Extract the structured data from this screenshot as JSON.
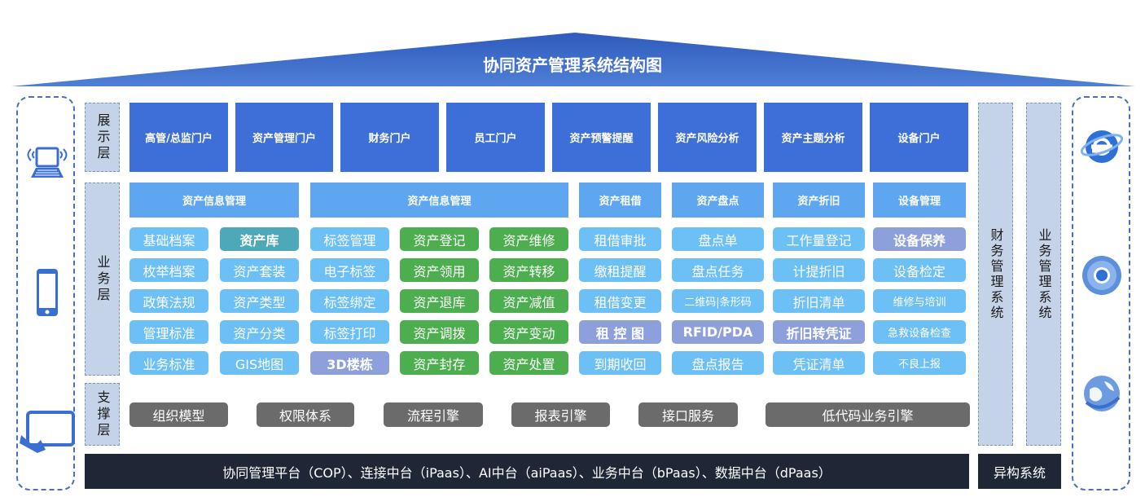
{
  "title": "协同资产管理系统结构图",
  "layers": {
    "display": "展示层",
    "business": "业务层",
    "support": "支撑层"
  },
  "portals": [
    "高管/总监门户",
    "资产管理门户",
    "财务门户",
    "员工门户",
    "资产预警提醒",
    "资产风险分析",
    "资产主题分析",
    "设备门户"
  ],
  "modules": [
    {
      "header": "资产信息管理"
    },
    {
      "header": "资产信息管理"
    },
    {
      "header": "资产租借"
    },
    {
      "header": "资产盘点"
    },
    {
      "header": "资产折旧"
    },
    {
      "header": "设备管理"
    }
  ],
  "cells": {
    "col1": [
      "基础档案",
      "枚举档案",
      "政策法规",
      "管理标准",
      "业务标准"
    ],
    "col2": [
      "资产库",
      "资产套装",
      "资产类型",
      "资产分类",
      "GIS地图"
    ],
    "col3": [
      "标签管理",
      "电子标签",
      "标签绑定",
      "标签打印",
      "3D楼栋"
    ],
    "col4": [
      "资产登记",
      "资产领用",
      "资产退库",
      "资产调拨",
      "资产封存"
    ],
    "col5": [
      "资产维修",
      "资产转移",
      "资产减值",
      "资产变动",
      "资产处置"
    ],
    "col6": [
      "租借审批",
      "缴租提醒",
      "租借变更",
      "租 控 图",
      "到期收回"
    ],
    "col7": [
      "盘点单",
      "盘点任务",
      "二维码|条形码",
      "RFID/PDA",
      "盘点报告"
    ],
    "col8": [
      "工作量登记",
      "计提折旧",
      "折旧清单",
      "折旧转凭证",
      "凭证清单"
    ],
    "col9": [
      "设备保养",
      "设备检定",
      "维修与培训",
      "急救设备检查",
      "不良上报"
    ]
  },
  "support_items": [
    "组织模型",
    "权限体系",
    "流程引擎",
    "报表引擎",
    "接口服务",
    "低代码业务引擎"
  ],
  "bottom_platform": "协同管理平台（COP）、连接中台（iPaas）、AI中台（aiPaas）、业务中台（bPaas）、数据中台（dPaas）",
  "right_systems": {
    "finance": "财务管理系统",
    "business": "业务管理系统",
    "hetero": "异构系统"
  },
  "icons": {
    "left": [
      "laptop-icon",
      "phone-icon",
      "tablet-touch-icon"
    ],
    "right": [
      "ie-browser-icon",
      "chrome-browser-icon",
      "globe-browser-icon"
    ]
  },
  "colors": {
    "roof": "#3a64c4",
    "portal": "#3e6fd9",
    "module_header": "#5ea7f0",
    "cell_blue": "#6cc0f5",
    "cell_green": "#4cae4e",
    "support": "#6b6b6b",
    "bottom": "#1f2737"
  }
}
